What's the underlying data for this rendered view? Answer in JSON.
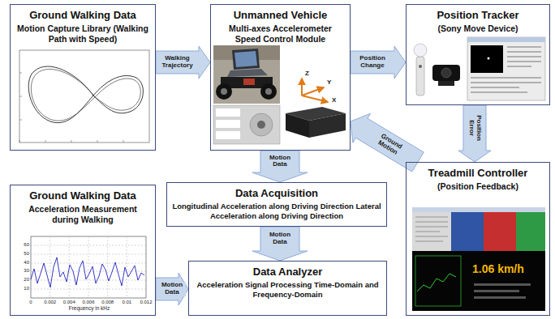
{
  "diagram": {
    "nodes": [
      {
        "text": [
          "Ground Walking Data",
          "Motion Capture Library (Walking Path with Speed)"
        ]
      },
      {
        "text": [
          "Unmanned Vehicle",
          "Multi-axes Accelerometer Speed Control Module"
        ]
      },
      {
        "text": [
          "Position Tracker",
          "(Sony Move Device)"
        ]
      },
      {
        "text": [
          "Treadmill Controller",
          "(Position Feedback)"
        ]
      },
      {
        "text": [
          "Ground Walking Data",
          "Acceleration Measurement during Walking"
        ]
      },
      {
        "text": [
          "Data Acquisition",
          "Longitudinal Acceleration along Driving Direction Lateral Acceleration along Driving Direction"
        ]
      },
      {
        "text": [
          "Data Analyzer",
          "Acceleration Signal Processing Time-Domain and Frequency-Domain"
        ]
      }
    ],
    "edges": [
      {
        "from": 0,
        "to": 1,
        "label": "Walking Trajectory",
        "arrow": "to"
      },
      {
        "from": 1,
        "to": 2,
        "label": "Position Change",
        "arrow": "to"
      },
      {
        "from": 2,
        "to": 3,
        "label": "Position Error",
        "arrow": "to"
      },
      {
        "from": 3,
        "to": 1,
        "label": "Ground Motion",
        "arrow": "to"
      },
      {
        "from": 1,
        "to": 5,
        "label": "Motion Data",
        "arrow": "to"
      },
      {
        "from": 5,
        "to": 6,
        "label": "Motion Data",
        "arrow": "to"
      },
      {
        "from": 4,
        "to": 6,
        "label": "Motion Data",
        "arrow": "to"
      }
    ],
    "labels": [
      "Z",
      "Y",
      "X",
      "1.06 km/h",
      "60",
      "50",
      "40",
      "30",
      "20",
      "10",
      "0",
      "0.002",
      "0.004",
      "0.006",
      "0.008",
      "0.01",
      "0.012",
      "Frequency in kHz"
    ]
  }
}
